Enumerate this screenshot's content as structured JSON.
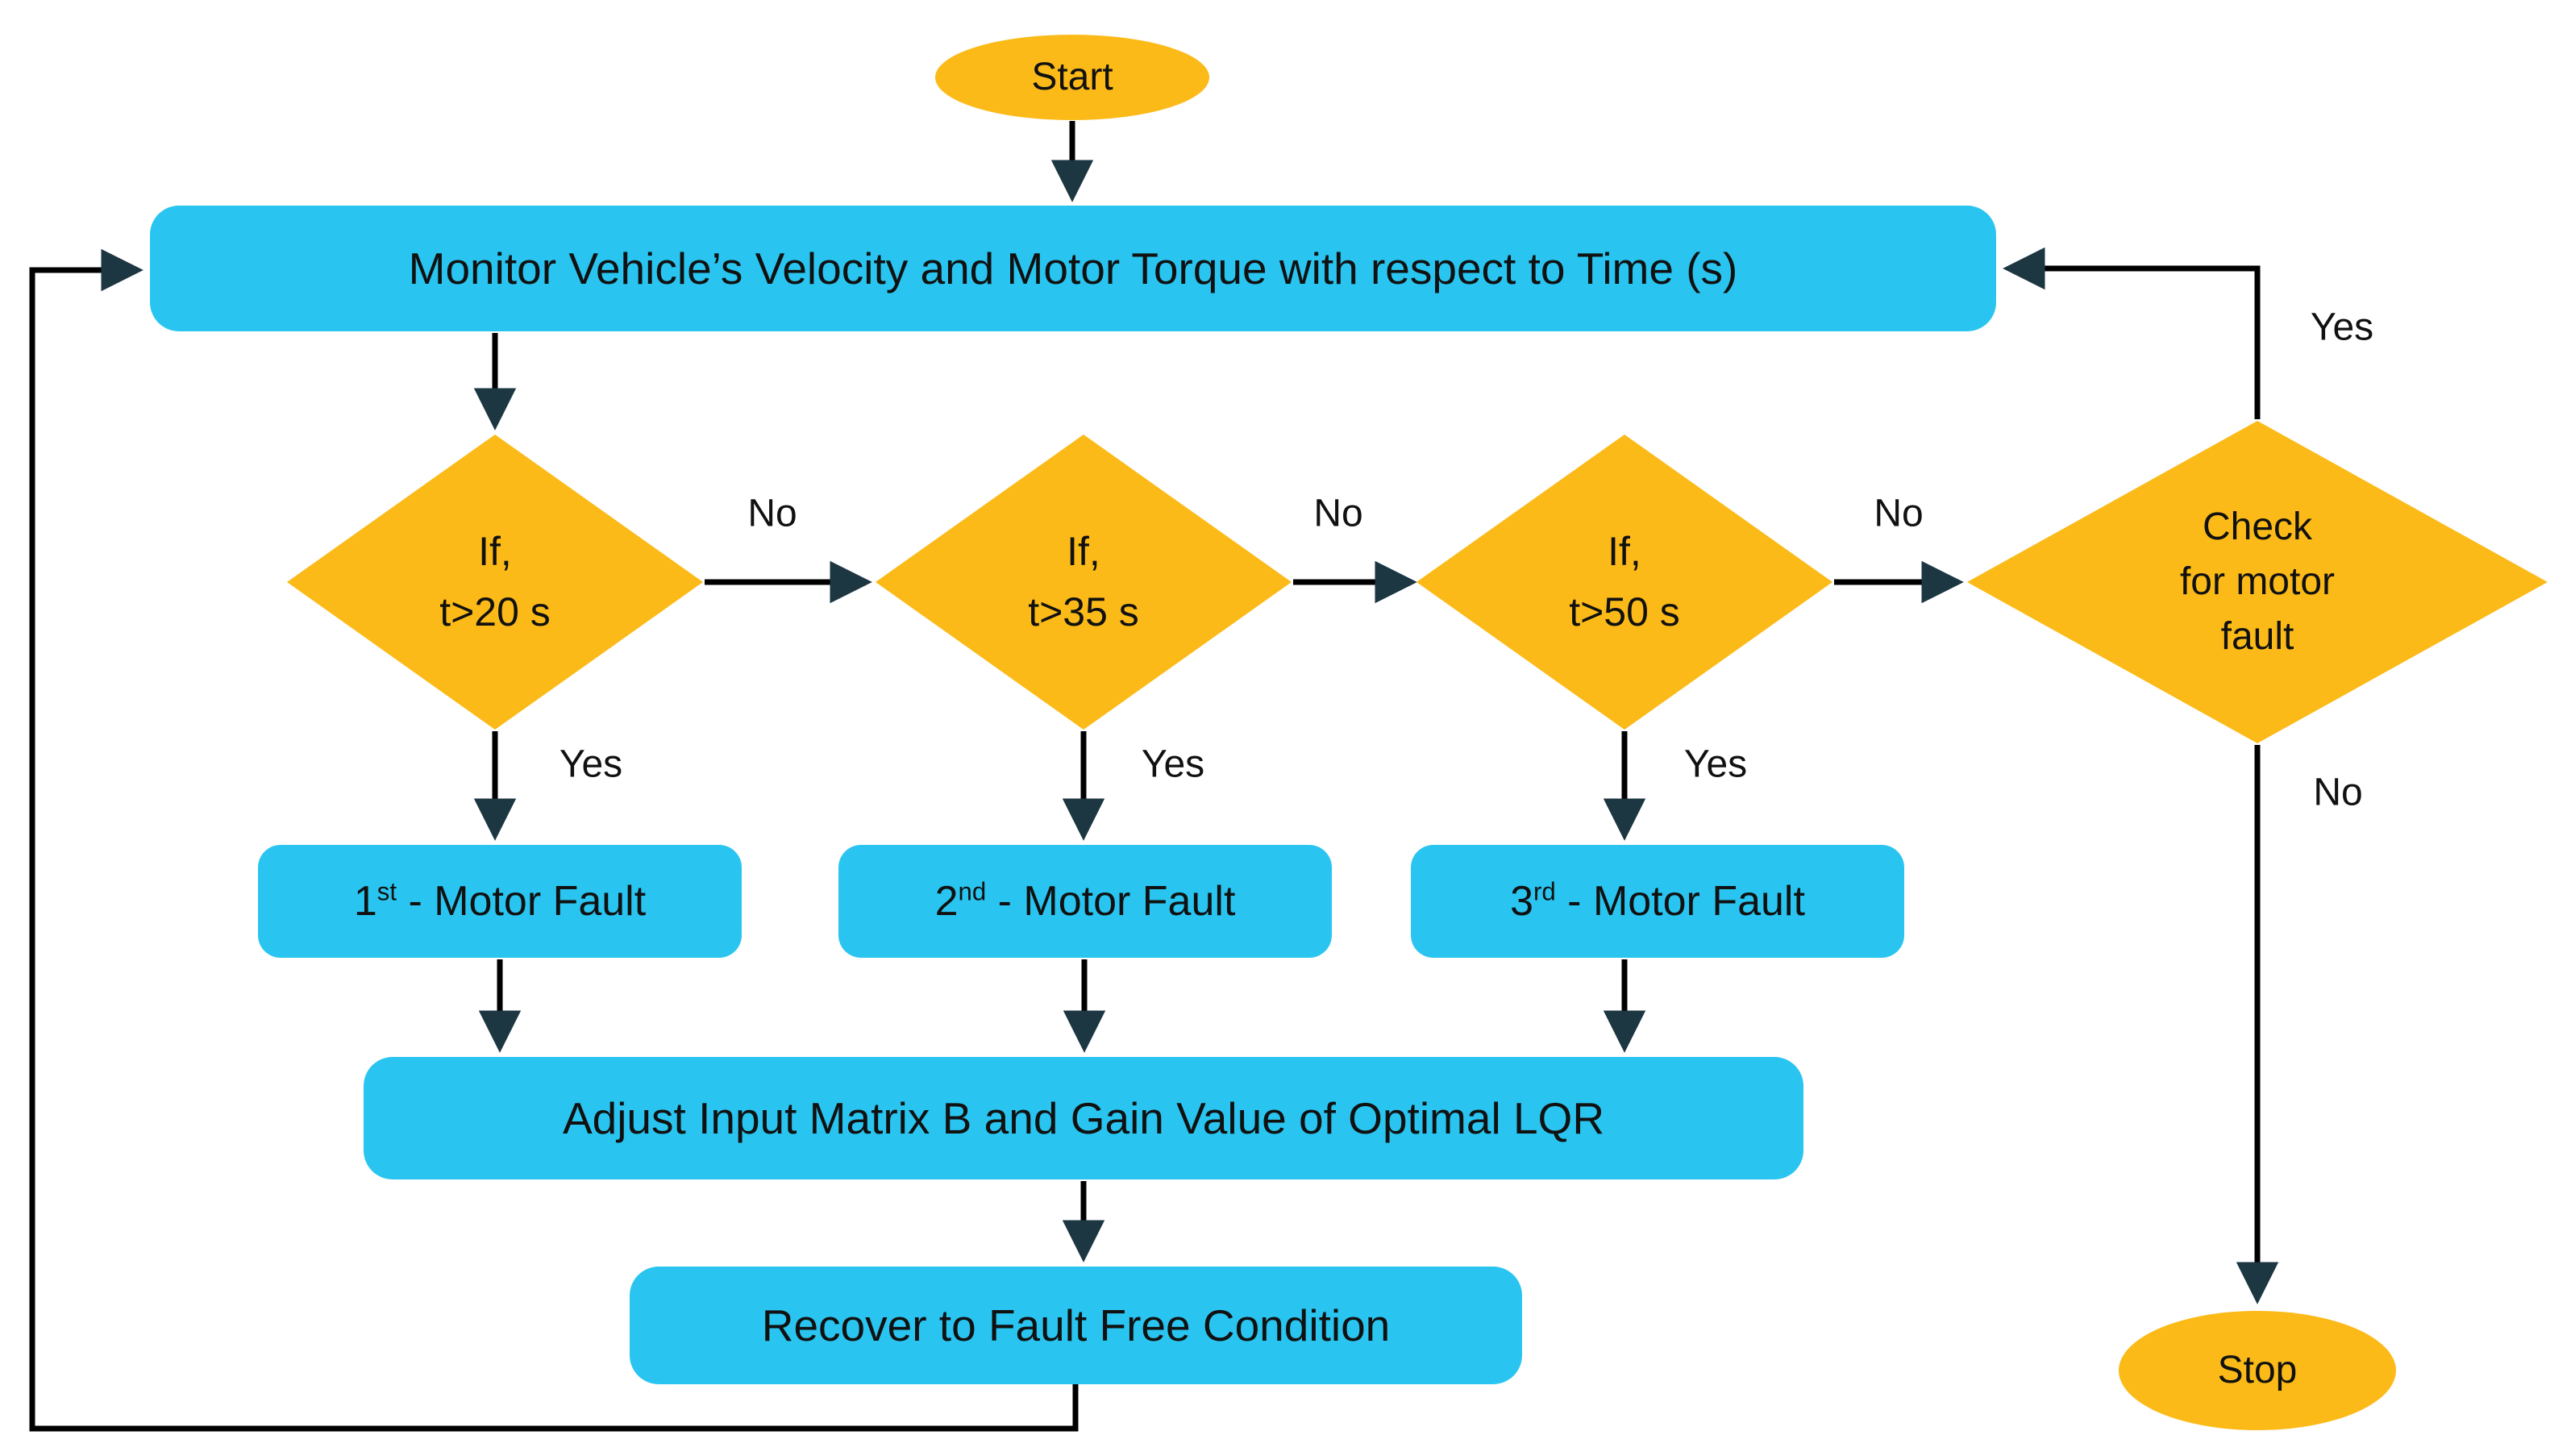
{
  "colors": {
    "node_cyan": "#29C5F0",
    "node_orange": "#FBBA18",
    "line": "#000000",
    "arrowhead": "#1C3642",
    "text": "#111111",
    "background": "#FFFFFF"
  },
  "nodes": {
    "start": {
      "label": "Start"
    },
    "monitor": {
      "label": "Monitor Vehicle’s Velocity and Motor Torque with respect to Time (s)"
    },
    "decision1": {
      "line1": "If,",
      "line2": "t>20 s"
    },
    "decision2": {
      "line1": "If,",
      "line2": "t>35 s"
    },
    "decision3": {
      "line1": "If,",
      "line2": "t>50 s"
    },
    "check": {
      "line1": "Check",
      "line2": "for motor",
      "line3": "fault"
    },
    "fault1": {
      "ordinal": "1",
      "suffix": "st",
      "rest": " - Motor Fault"
    },
    "fault2": {
      "ordinal": "2",
      "suffix": "nd",
      "rest": " - Motor Fault"
    },
    "fault3": {
      "ordinal": "3",
      "suffix": "rd",
      "rest": " - Motor Fault"
    },
    "adjust": {
      "label": "Adjust Input Matrix B and Gain Value of Optimal LQR"
    },
    "recover": {
      "label": "Recover to Fault Free Condition"
    },
    "stop": {
      "label": "Stop"
    }
  },
  "edge_labels": {
    "no1": "No",
    "no2": "No",
    "no3": "No",
    "yes1": "Yes",
    "yes2": "Yes",
    "yes3": "Yes",
    "check_yes": "Yes",
    "check_no": "No"
  }
}
